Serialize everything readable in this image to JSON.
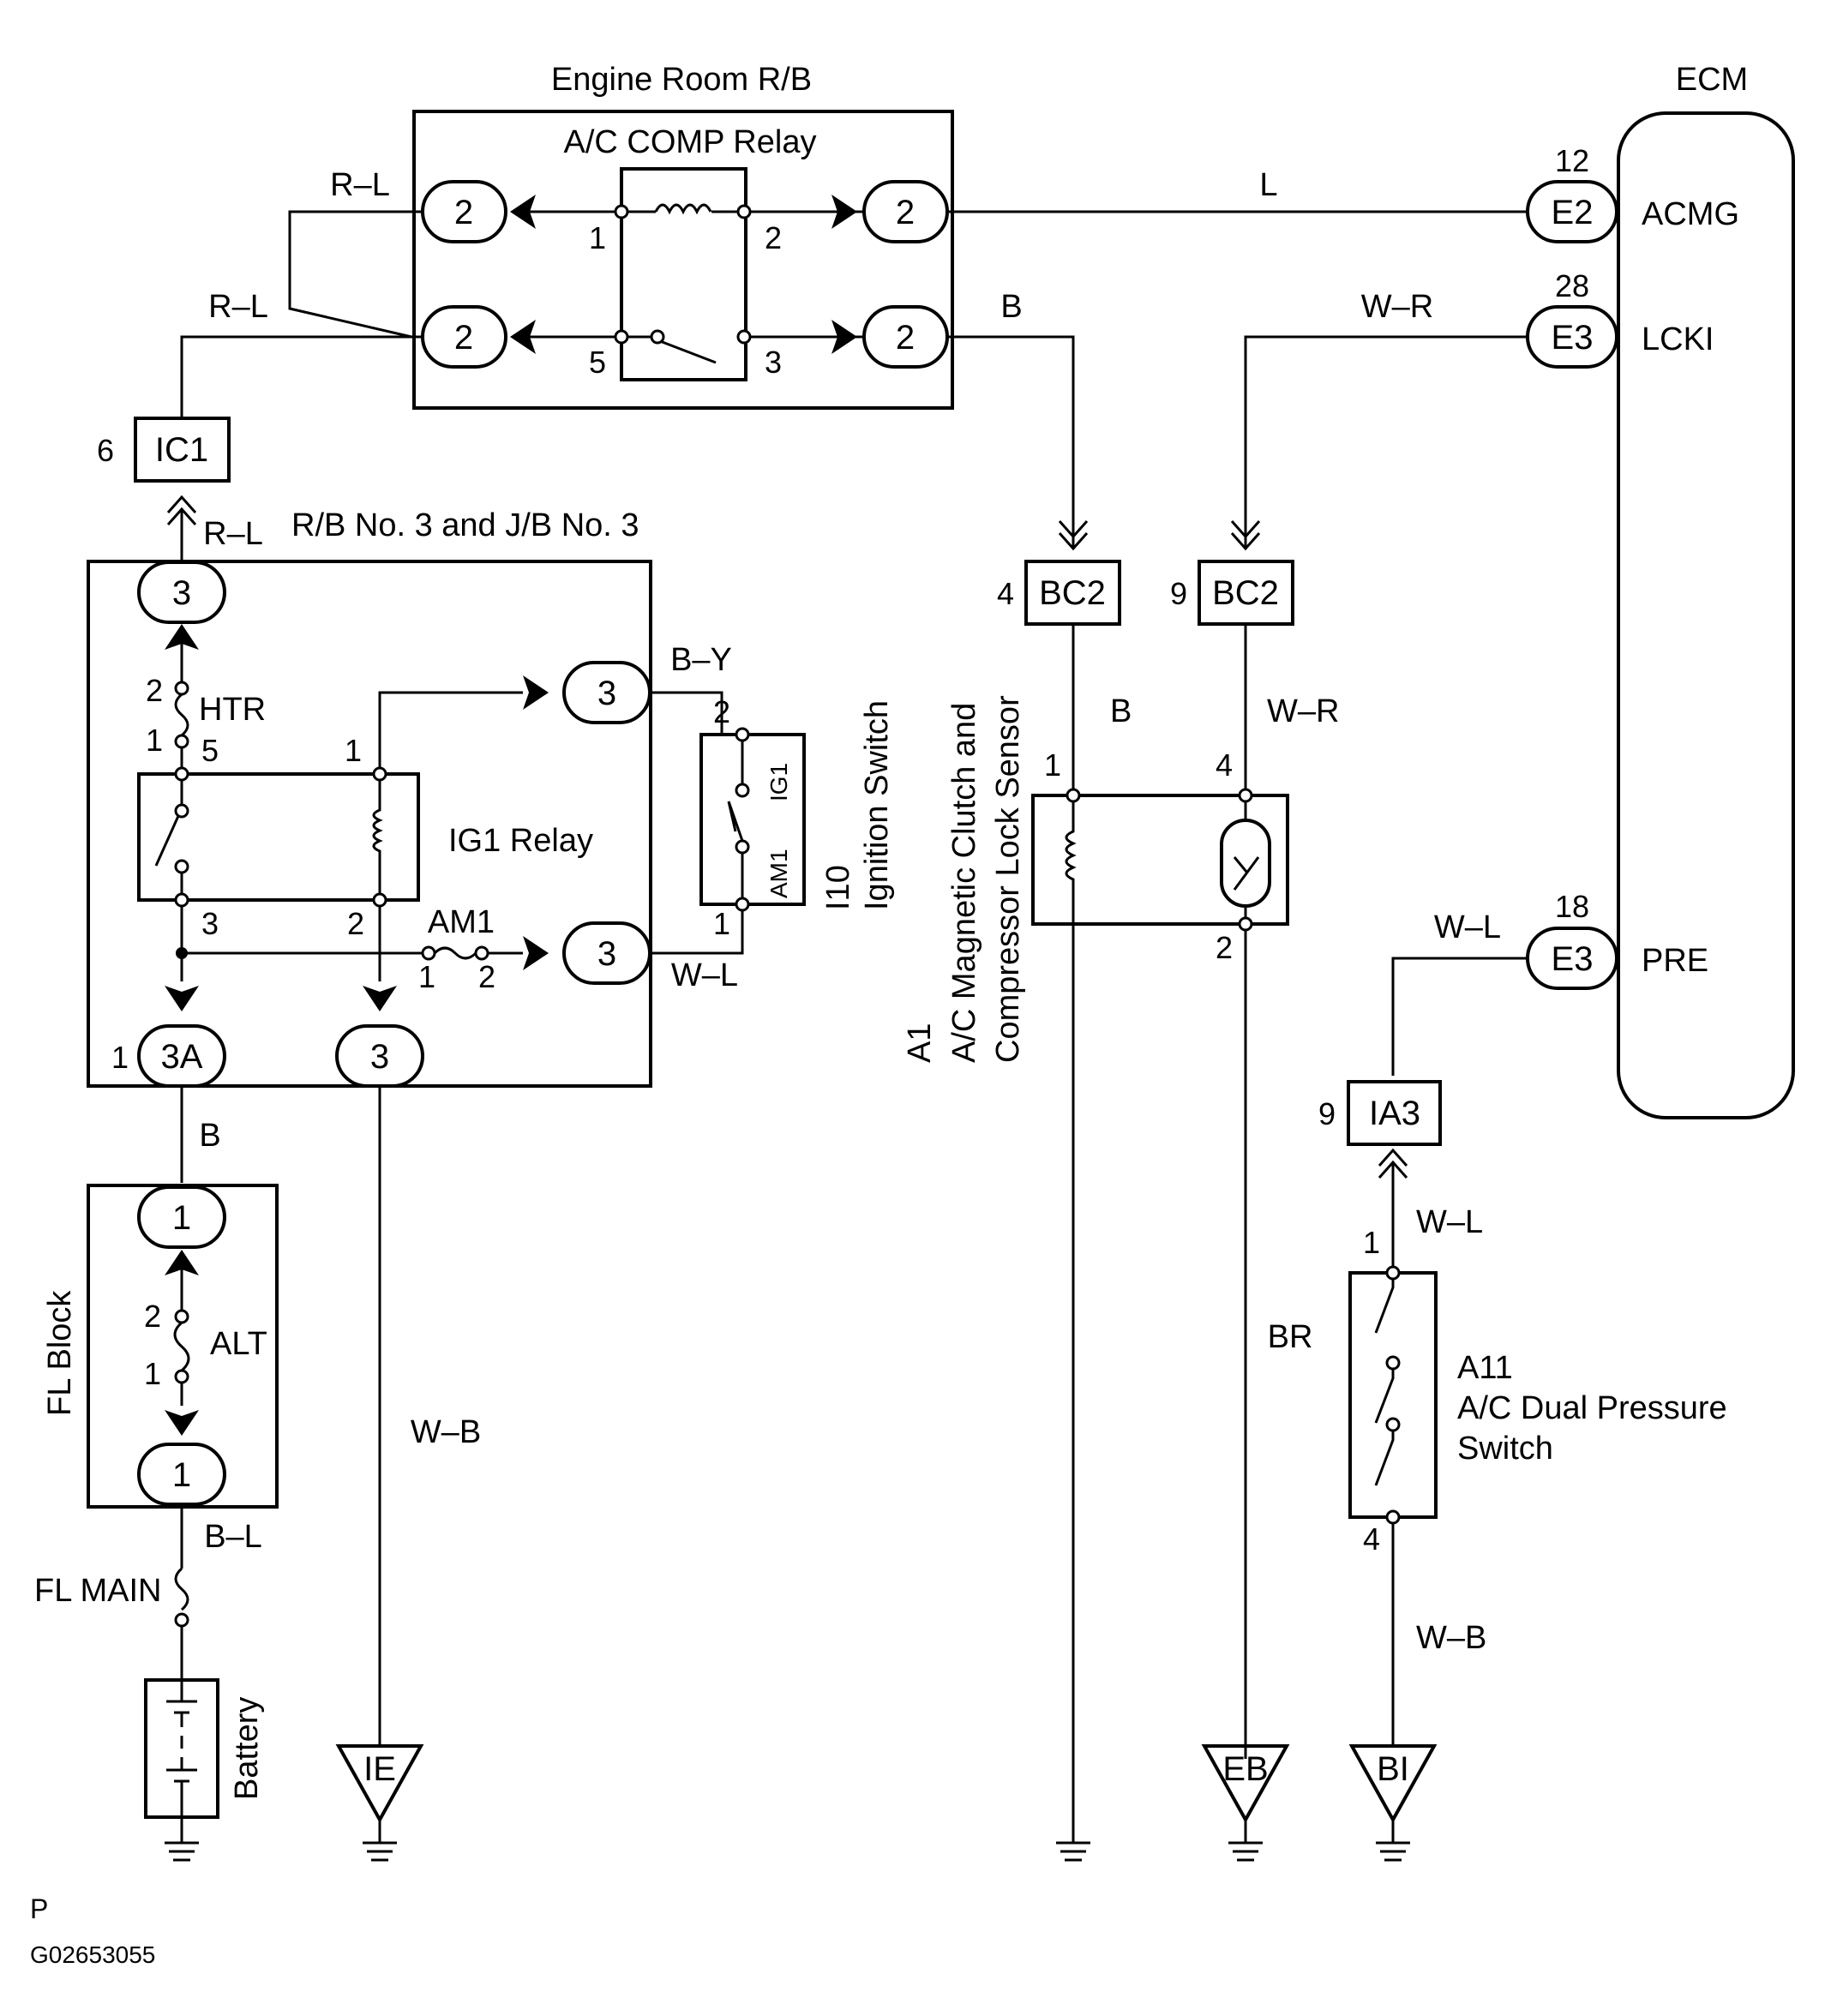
{
  "labels": {
    "engine_room_rb": "Engine Room R/B",
    "ac_comp_relay": "A/C COMP Relay",
    "ecm": "ECM",
    "rb3_jb3": "R/B No. 3 and J/B No. 3",
    "htr": "HTR",
    "ig1_relay": "IG1 Relay",
    "am1": "AM1",
    "ignition_switch": "Ignition Switch",
    "ignition_switch_id": "I10",
    "ig1": "IG1",
    "am1_sw": "AM1",
    "magnetic_clutch_id": "A1",
    "magnetic_clutch_line1": "A/C Magnetic Clutch and",
    "magnetic_clutch_line2": "Compressor Lock Sensor",
    "dual_pressure_id": "A11",
    "dual_pressure_line1": "A/C Dual Pressure",
    "dual_pressure_line2": "Switch",
    "fl_block": "FL Block",
    "alt": "ALT",
    "fl_main": "FL MAIN",
    "battery": "Battery",
    "footer_p": "P",
    "footer_code": "G02653055"
  },
  "ecm_terminals": [
    {
      "pin": "12",
      "conn": "E2",
      "signal": "ACMG"
    },
    {
      "pin": "28",
      "conn": "E3",
      "signal": "LCKI"
    },
    {
      "pin": "18",
      "conn": "E3",
      "signal": "PRE"
    }
  ],
  "connectors": {
    "ic1": {
      "pin": "6",
      "name": "IC1"
    },
    "bc2_a": {
      "pin": "4",
      "name": "BC2"
    },
    "bc2_b": {
      "pin": "9",
      "name": "BC2"
    },
    "ia3": {
      "pin": "9",
      "name": "IA3"
    },
    "rb_3a": {
      "pin": "1",
      "name": "3A"
    }
  },
  "pills": {
    "relay_in_top": "2",
    "relay_in_bot": "2",
    "relay_out_top": "2",
    "relay_out_bot": "2",
    "rb_top": "3",
    "rb_by": "3",
    "rb_wl": "3",
    "rb_bottom_right": "3",
    "fl_top": "1",
    "fl_bottom": "1"
  },
  "pins": {
    "relay_coil_left": "1",
    "relay_coil_right": "2",
    "relay_sw_left": "5",
    "relay_sw_right": "3",
    "htr_top": "2",
    "htr_bottom": "1",
    "ig1_tl": "5",
    "ig1_tr": "1",
    "ig1_bl": "3",
    "ig1_br": "2",
    "am1_left": "1",
    "am1_right": "2",
    "ign_top": "2",
    "ign_bottom": "1",
    "clutch_left": "1",
    "sensor_top": "4",
    "sensor_bottom": "2",
    "dps_top": "1",
    "dps_bottom": "4",
    "alt_top": "2",
    "alt_bottom": "1"
  },
  "wires": {
    "rl_top": "R–L",
    "rl_mid": "R–L",
    "rl_lower": "R–L",
    "l_ecm": "L",
    "b_relay": "B",
    "wr_ecm": "W–R",
    "by": "B–Y",
    "wl_ign": "W–L",
    "b_clutch": "B",
    "wr_sensor": "W–R",
    "wl_ecm": "W–L",
    "wl_dps": "W–L",
    "b_fl": "B",
    "bl": "B–L",
    "wb_ie": "W–B",
    "br": "BR",
    "wb_bi": "W–B"
  },
  "grounds": {
    "ie": "IE",
    "eb": "EB",
    "bi": "BI"
  }
}
